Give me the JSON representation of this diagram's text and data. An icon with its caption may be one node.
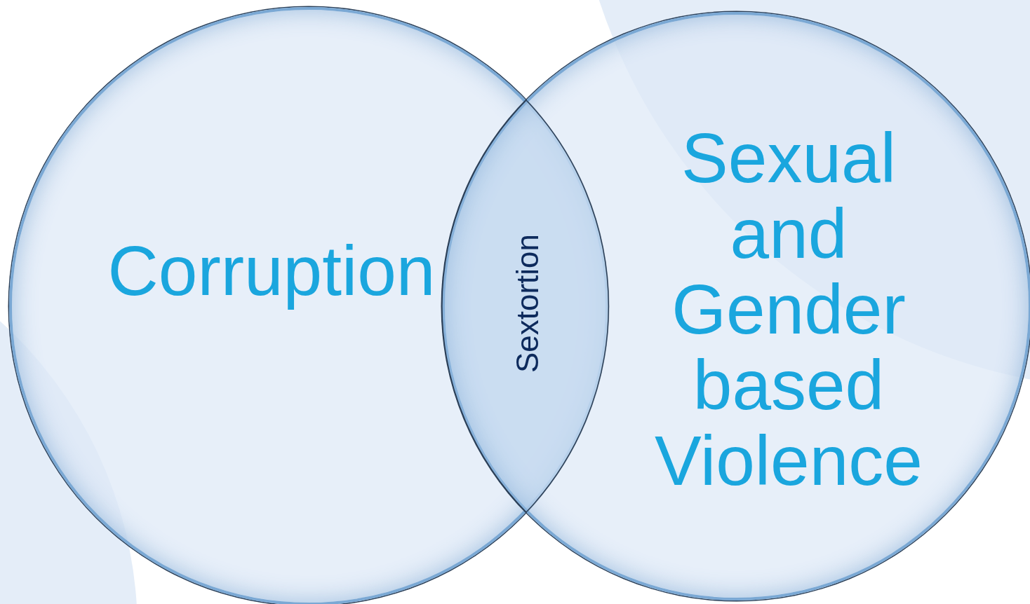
{
  "diagram": {
    "nodes": [
      {
        "text": [
          "Corruption"
        ]
      },
      {
        "text": [
          "Sexual and Gender based Violence"
        ]
      },
      {
        "text": [
          "Sextortion"
        ]
      }
    ]
  }
}
